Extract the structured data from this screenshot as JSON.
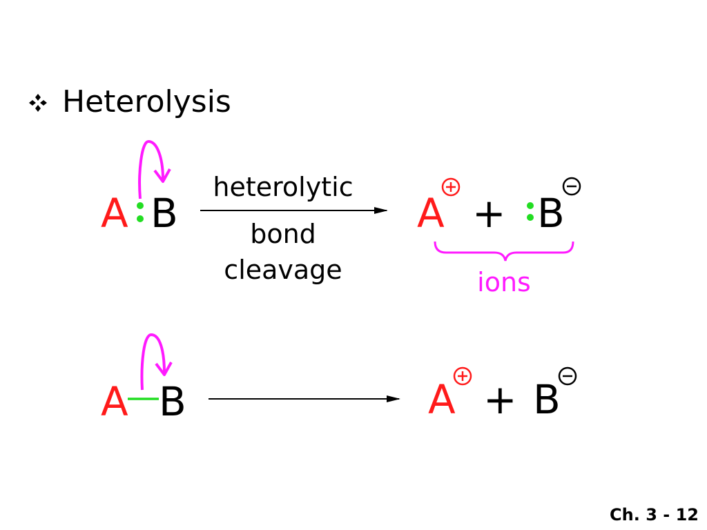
{
  "slide": {
    "heading": "Heterolysis",
    "slide_number": "Ch. 3 - 12"
  },
  "colors": {
    "atom_a": "#ff1a1a",
    "atom_b": "#000000",
    "electrons": "#22dd22",
    "curved_arrow": "#ff1aff",
    "ions_brace": "#ff1aff"
  },
  "reaction_1": {
    "reactant_a": "A",
    "reactant_b": "B",
    "arrow_label_top": "heterolytic",
    "arrow_label_bottom_1": "bond",
    "arrow_label_bottom_2": "cleavage",
    "product_a": "A",
    "plus": "+",
    "product_b": "B",
    "ions_label": "ions"
  },
  "reaction_2": {
    "reactant_a": "A",
    "reactant_b": "B",
    "product_a": "A",
    "plus": "+",
    "product_b": "B"
  }
}
